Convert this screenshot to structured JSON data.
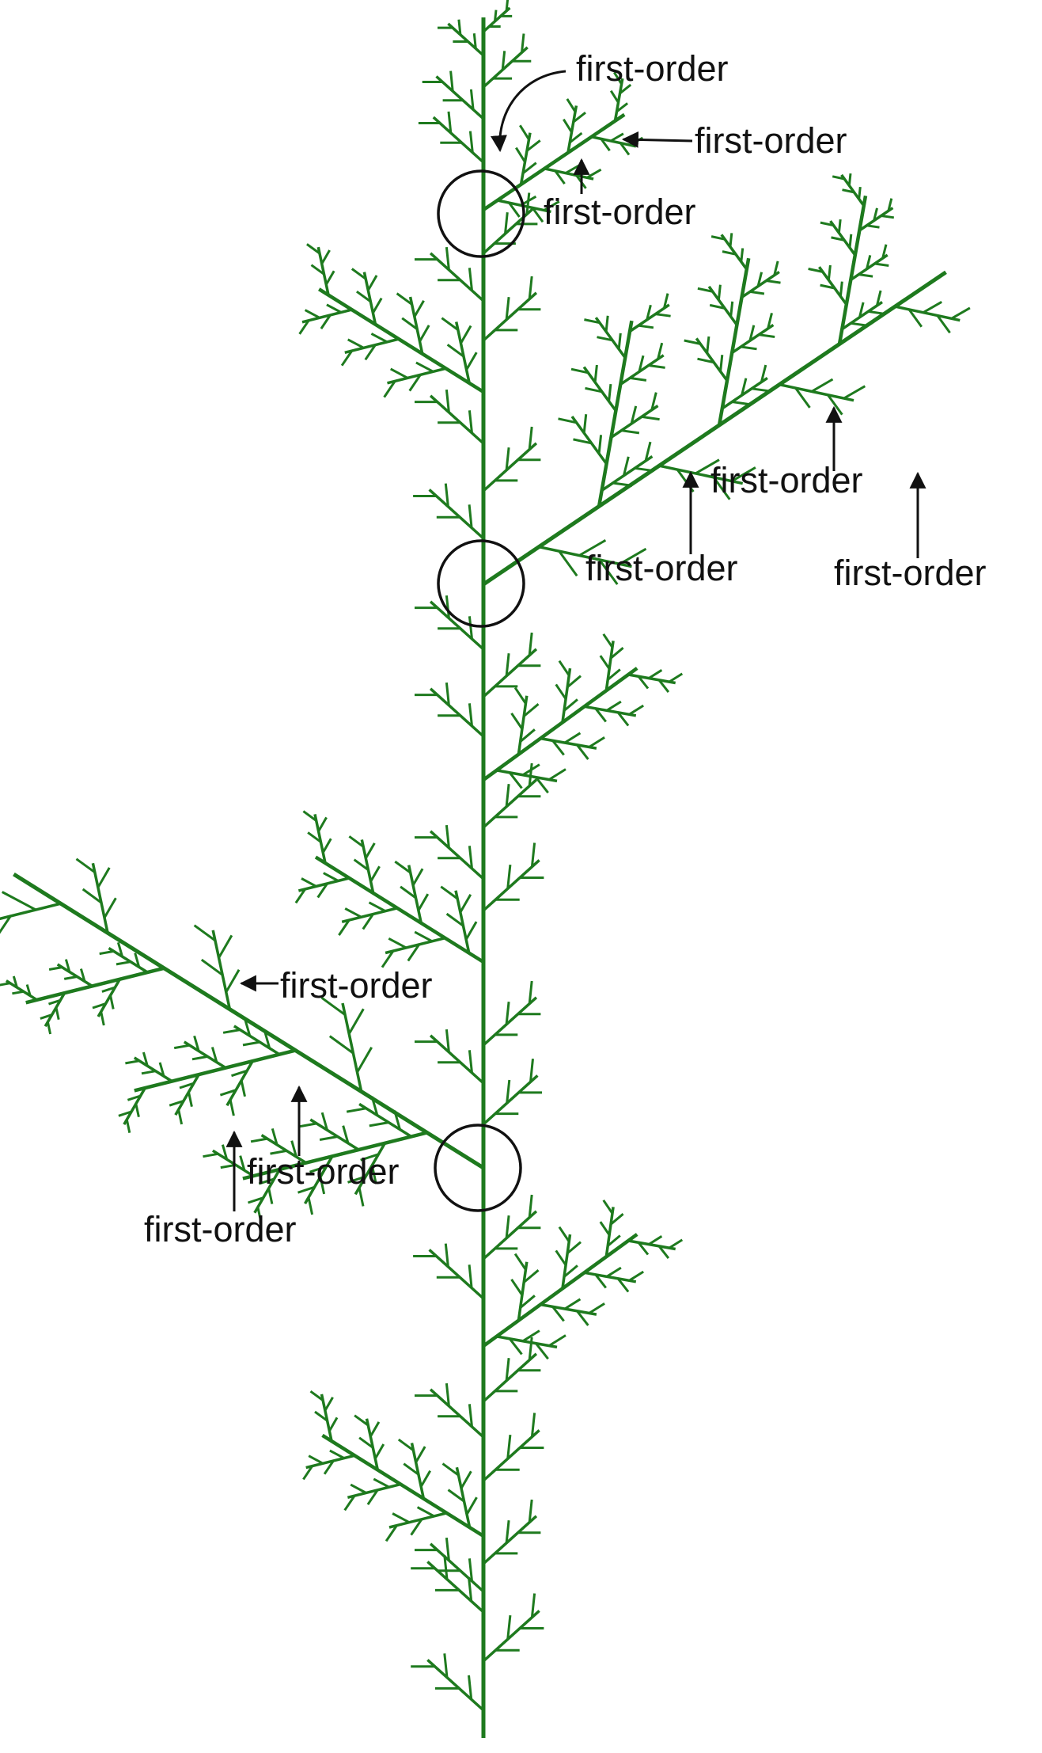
{
  "colors": {
    "plant": "#1e7a1e",
    "ink": "#111111",
    "background": "#ffffff"
  },
  "labels": [
    "first-order",
    "first-order",
    "first-order",
    "first-order",
    "first-order",
    "first-order",
    "first-order",
    "first-order",
    "first-order"
  ]
}
